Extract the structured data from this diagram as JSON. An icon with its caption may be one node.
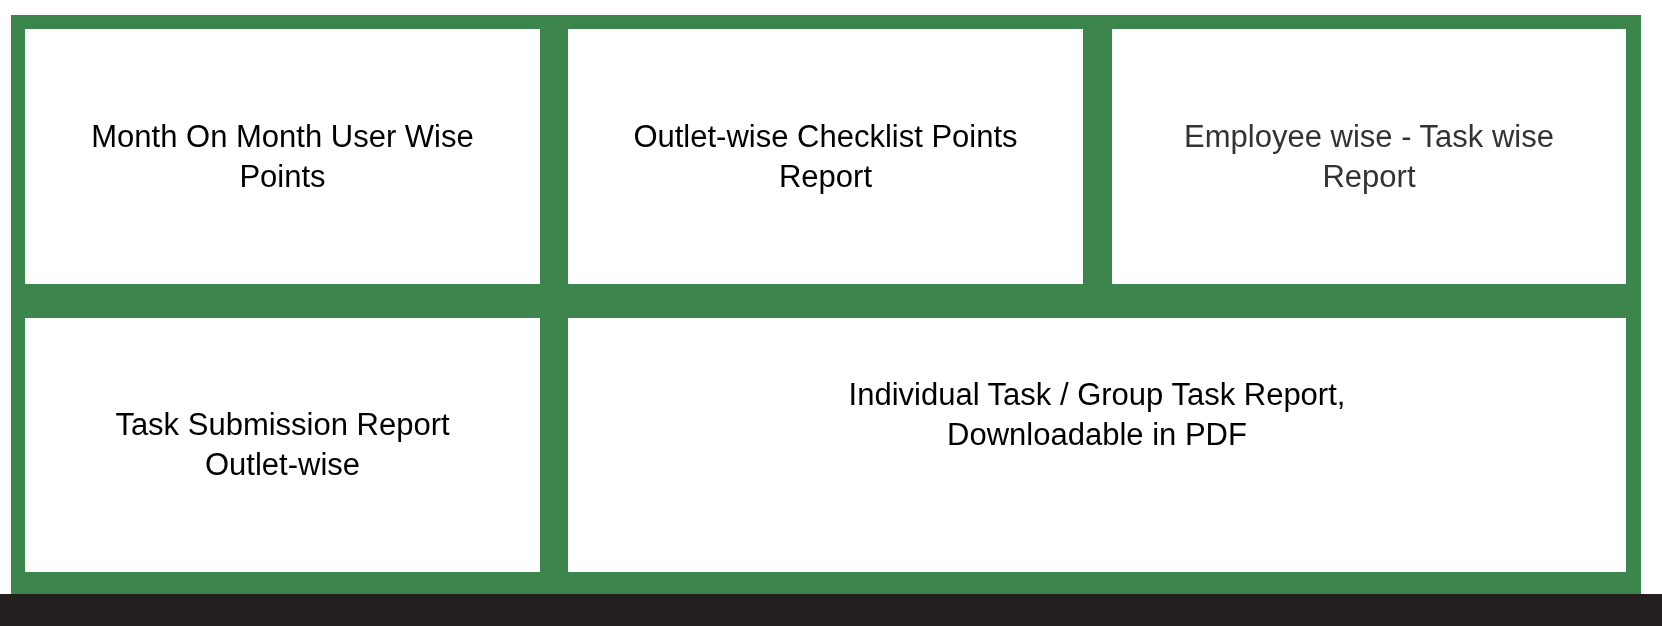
{
  "diagram": {
    "nodes": [
      {
        "text": [
          "Month On Month User Wise Points"
        ]
      },
      {
        "text": [
          "Outlet-wise Checklist Points Report"
        ]
      },
      {
        "text": [
          "Employee wise - Task wise Report"
        ]
      },
      {
        "text": [
          "Task Submission Report Outlet-wise"
        ]
      },
      {
        "text": [
          "Individual Task / Group Task Report, Downloadable in PDF"
        ]
      }
    ]
  }
}
